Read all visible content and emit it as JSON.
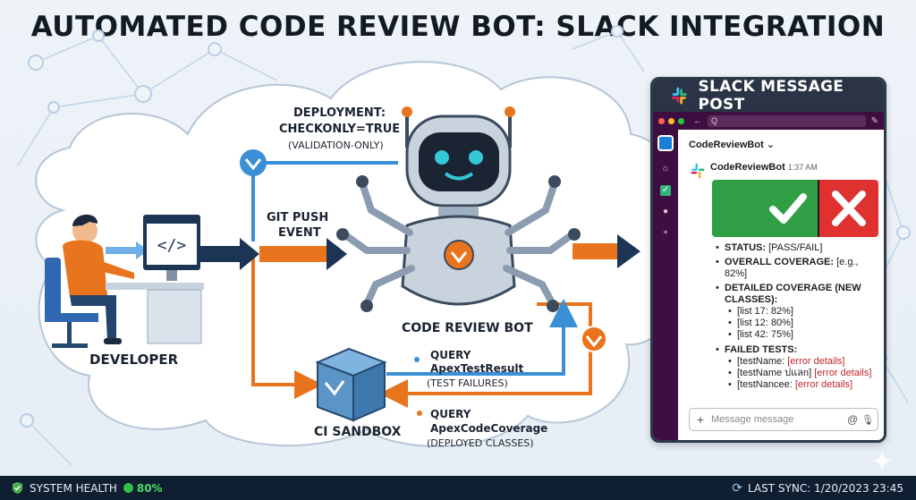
{
  "title": "AUTOMATED CODE REVIEW BOT: SLACK INTEGRATION",
  "nodes": {
    "developer": "DEVELOPER",
    "bot": "CODE REVIEW BOT",
    "sandbox": "CI SANDBOX"
  },
  "edges": {
    "deployment_line1": "DEPLOYMENT:",
    "deployment_line2": "CHECKONLY=TRUE",
    "deployment_note": "(VALIDATION-ONLY)",
    "git_push_line1": "GIT PUSH",
    "git_push_line2": "EVENT",
    "query1_line1": "QUERY",
    "query1_line2": "ApexTestResult",
    "query1_note": "(TEST FAILURES)",
    "query2_line1": "QUERY",
    "query2_line2": "ApexCodeCoverage",
    "query2_note": "(DEPLOYED CLASSES)"
  },
  "colors": {
    "orange": "#e8741e",
    "navy": "#1d3554",
    "blue": "#3a8fd6",
    "pass": "#2f9e44",
    "fail": "#e03131"
  },
  "slack": {
    "header": "SLACK MESSAGE POST",
    "search_placeholder": "Q",
    "channel": "CodeReviewBot ⌄",
    "sender": "CodeReviewBot",
    "time": "1:37 AM",
    "status_label": "STATUS:",
    "status_value": "[PASS/FAIL]",
    "overall_label": "OVERALL COVERAGE:",
    "overall_value": "[e.g., 82%]",
    "detailed_label": "DETAILED COVERAGE (NEW CLASSES):",
    "detailed_items": [
      "[list 17: 82%]",
      "[list 12: 80%]",
      "[list 42: 75%]"
    ],
    "failed_label": "FAILED TESTS:",
    "failed_items": [
      {
        "name": "[testName: ",
        "detail": "[error details]"
      },
      {
        "name": "[testName ปแลn] ",
        "detail": "[error details]"
      },
      {
        "name": "[testNancee: ",
        "detail": "[error details]"
      }
    ],
    "composer_placeholder": "Message message"
  },
  "footer": {
    "health_label": "SYSTEM HEALTH",
    "health_value": "80%",
    "sync_label": "LAST SYNC: 1/20/2023 23:45"
  }
}
